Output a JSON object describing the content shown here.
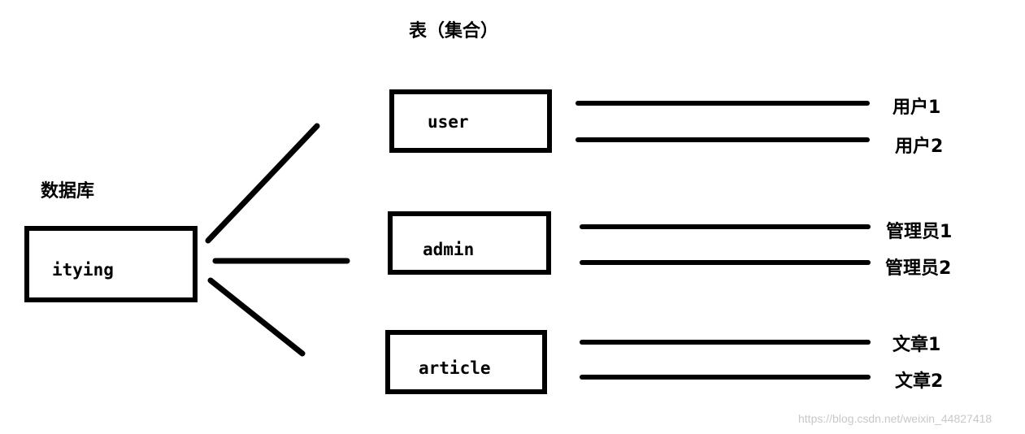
{
  "header": {
    "title": "表（集合）"
  },
  "database": {
    "heading": "数据库",
    "name": "itying"
  },
  "collections": [
    {
      "name": "user",
      "items": [
        "用户1",
        "用户2"
      ]
    },
    {
      "name": "admin",
      "items": [
        "管理员1",
        "管理员2"
      ]
    },
    {
      "name": "article",
      "items": [
        "文章1",
        "文章2"
      ]
    }
  ],
  "watermark": "https://blog.csdn.net/weixin_44827418"
}
